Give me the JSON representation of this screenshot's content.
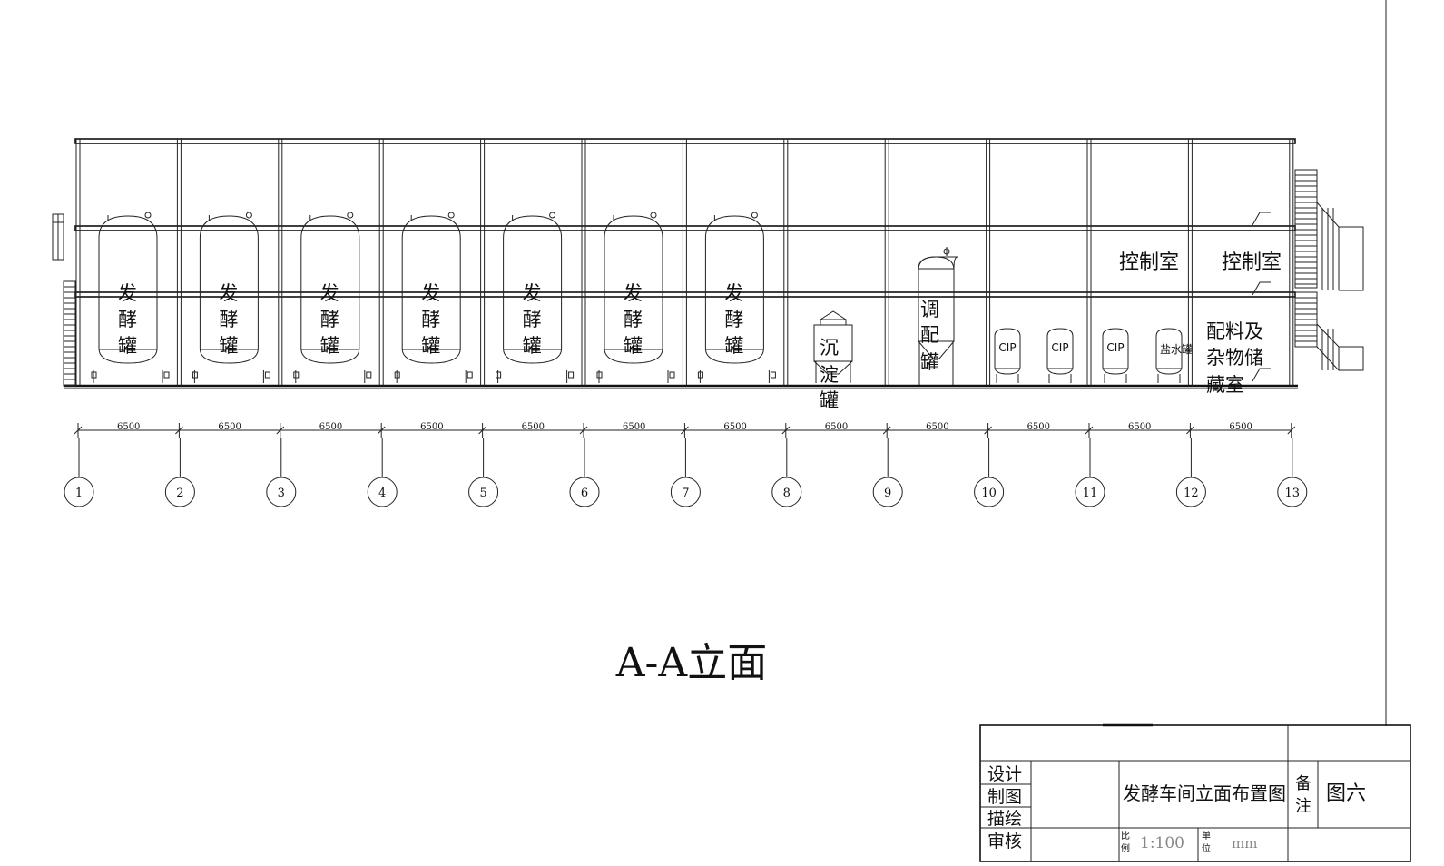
{
  "drawing": {
    "title": "A-A立面",
    "dimension_label": "6500",
    "dimension_count": 12,
    "axis_labels": [
      "1",
      "2",
      "3",
      "4",
      "5",
      "6",
      "7",
      "8",
      "9",
      "10",
      "11",
      "12",
      "13"
    ],
    "fermenter_label": [
      "发",
      "酵",
      "罐"
    ],
    "fermenter_count": 7,
    "settling_tank_label": [
      "沉",
      "淀",
      "罐"
    ],
    "blending_tank_label": [
      "调",
      "配",
      "罐"
    ],
    "cip_tanks": [
      "CIP",
      "CIP",
      "CIP"
    ],
    "brine_tank": "盐水罐",
    "control_rooms": [
      "控制室",
      "控制室"
    ],
    "storage_room_label": [
      "配料及",
      "杂物储",
      "藏室"
    ]
  },
  "title_block": {
    "roles": [
      "设计",
      "制图",
      "描绘",
      "审核"
    ],
    "drawing_name": "发酵车间立面布置图",
    "remark_label": [
      "备",
      "注"
    ],
    "figure_no": "图六",
    "scale_label": [
      "比",
      "例"
    ],
    "scale_value": "1:100",
    "unit_label": [
      "单",
      "位"
    ],
    "unit_value": "mm"
  }
}
